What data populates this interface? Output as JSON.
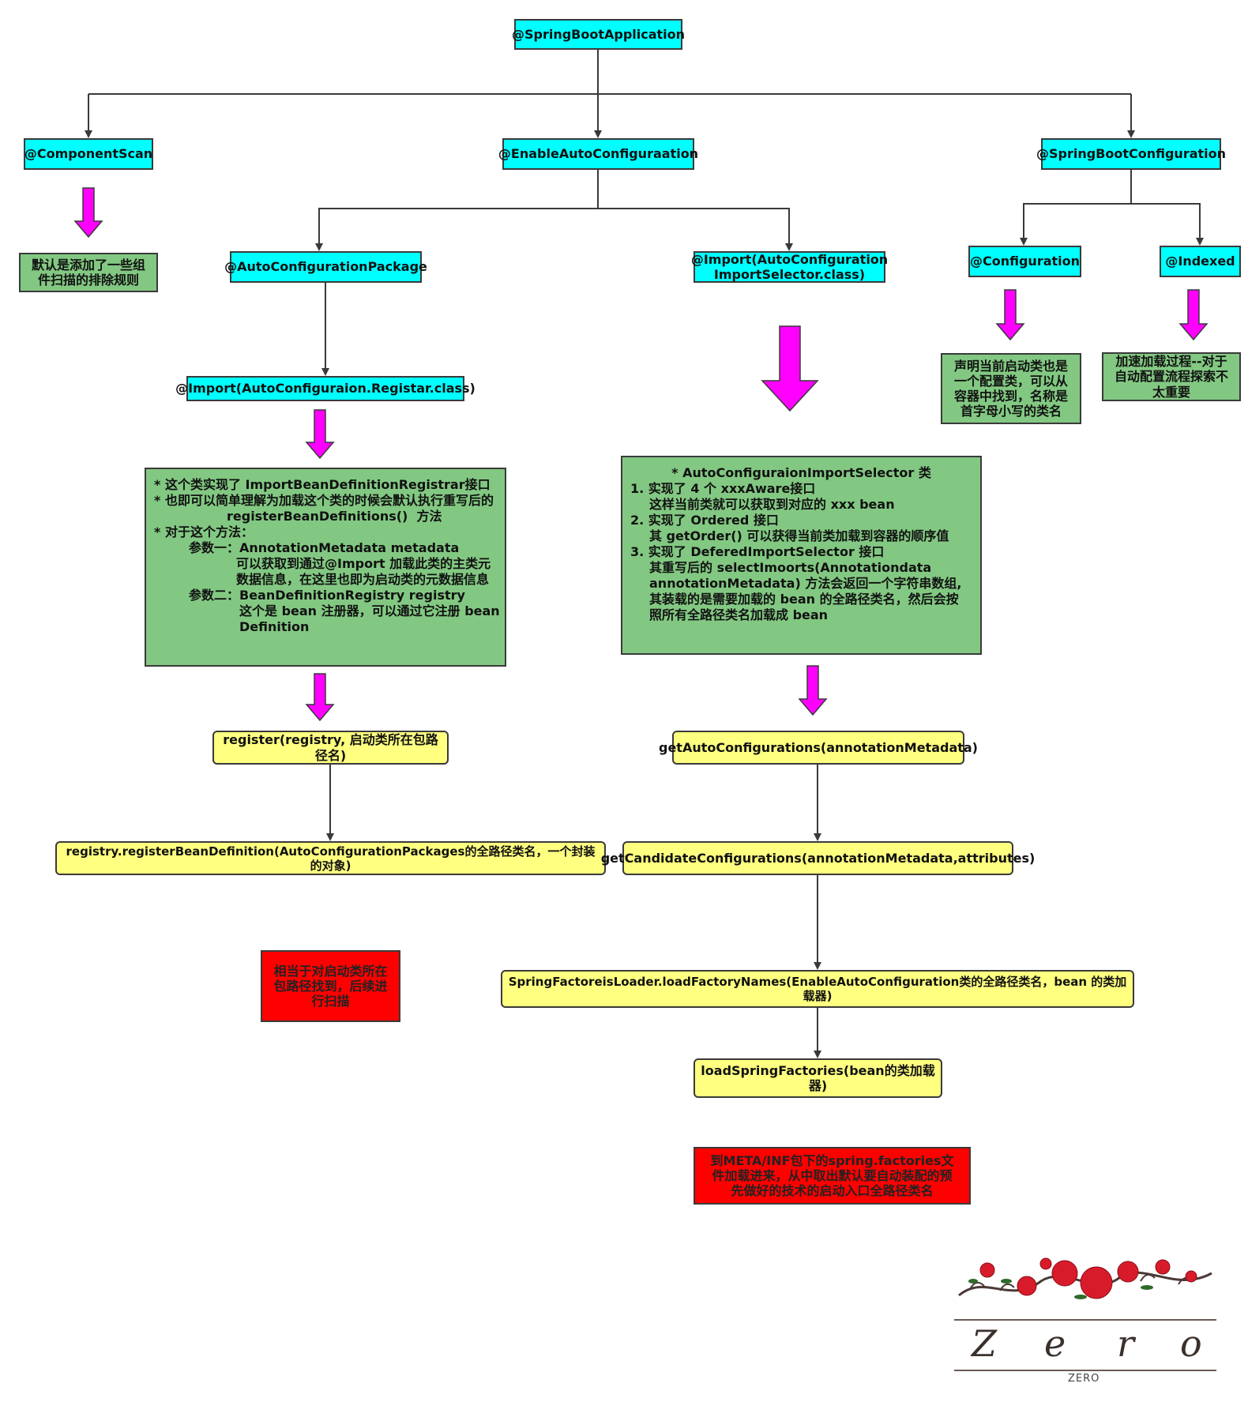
{
  "nodes": {
    "spring_boot_application": "@SpringBootApplication",
    "component_scan": "@ComponentScan",
    "enable_auto_configuration": "@EnableAutoConfiguraation",
    "spring_boot_configuration": "@SpringBootConfiguration",
    "component_scan_note": "默认是添加了一些组件扫描的排除规则",
    "auto_configuration_package": "@AutoConfigurationPackage",
    "import_selector": "@Import(AutoConfiguration ImportSelector.class)",
    "configuration": "@Configuration",
    "indexed": "@Indexed",
    "configuration_note": "声明当前启动类也是一个配置类，可以从容器中找到，名称是首字母小写的类名",
    "indexed_note": "加速加载过程--对于自动配置流程探索不太重要",
    "import_registrar": "@Import(AutoConfiguraion.Registar.class)",
    "register": "register(registry, 启动类所在包路径名)",
    "register_bean_definition": "registry.registerBeanDefinition(AutoConfigurationPackages的全路径类名，一个封装的对象)",
    "register_note": "相当于对启动类所在包路径找到，后续进行扫描",
    "get_auto_configurations": "getAutoConfigurations(annotationMetadata)",
    "get_candidate_configurations": "getCandidateConfigurations(annotationMetadata,attributes)",
    "load_factory_names": "SpringFactoreisLoader.loadFactoryNames(EnableAutoConfiguration类的全路径类名，bean 的类加载器)",
    "load_spring_factories": "loadSpringFactories(bean的类加载器)",
    "spring_factories_note": "到META/INF包下的spring.factories文件加载进来，从中取出默认要自动装配的预先做好的技术的启动入口全路径类名"
  },
  "registrar_box": {
    "lines": [
      "* 这个类实现了 ImportBeanDefinitionRegistrar接口",
      "* 也即可以简单理解为加载这个类的时候会默认执行重写后的",
      "registerBeanDefinitions()  方法",
      "* 对于这个方法：",
      "参数一：AnnotationMetadata metadata",
      "可以获取到通过@Import 加载此类的主类元",
      "数据信息，在这里也即为启动类的元数据信息",
      "参数二：BeanDefinitionRegistry registry",
      "这个是 bean 注册器，可以通过它注册 bean",
      "Definition"
    ]
  },
  "selector_box": {
    "title": "* AutoConfiguraionImportSelector 类",
    "lines": [
      "1. 实现了 4 个 xxxAware接口",
      "这样当前类就可以获取到对应的 xxx bean",
      "2. 实现了 Ordered 接口",
      "其 getOrder() 可以获得当前类加载到容器的顺序值",
      "3. 实现了 DeferedImportSelector 接口",
      "其重写后的 selectImoorts(Annotationdata",
      "annotationMetadata) 方法会返回一个字符串数组,",
      "其装载的是需要加载的 bean 的全路径类名，然后会按",
      "照所有全路径类名加载成 bean"
    ]
  },
  "logo": {
    "letters": [
      "Z",
      "e",
      "r",
      "o"
    ],
    "subtitle": "ZERO"
  },
  "colors": {
    "cyan": "#00ffff",
    "green": "#82c882",
    "yellow": "#ffff80",
    "red": "#ff0000",
    "arrow_magenta": "#ff00ff",
    "line": "#3a3a3a"
  }
}
